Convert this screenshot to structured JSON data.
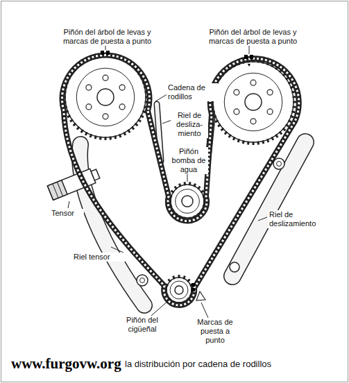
{
  "diagram": {
    "caption": "la distribución por cadena de rodillos",
    "labels": [
      "Piñón del árbol de levas y marcas de puesta a punto",
      "Piñón del árbol de levas y marcas de puesta a punto",
      "Cadena de rodillos",
      "Riel de desliza- miento",
      "Piñón bomba de agua",
      "Tensor",
      "Riel de deslizamiento",
      "Riel tensor",
      "Piñón del cigüeñal",
      "Marcas de puesta a punto",
      "www.furgovw.org"
    ]
  }
}
